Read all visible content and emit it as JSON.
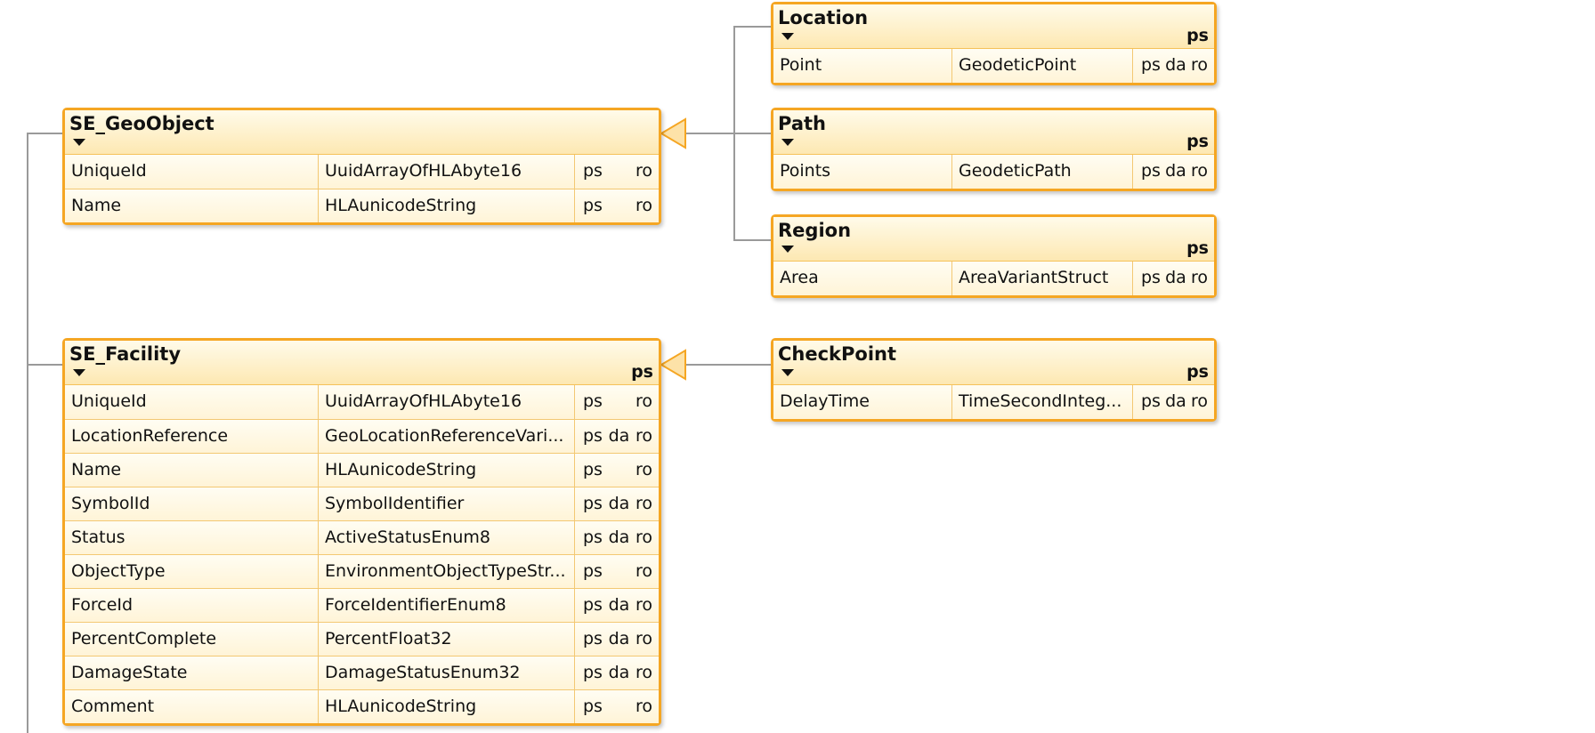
{
  "colors": {
    "border": "#f5a623",
    "header_top": "#fffbea",
    "header_bottom": "#fde8b2",
    "row_bg": "#fff5de",
    "connector": "#9a9a9a",
    "arrow_fill": "#fde2a8"
  },
  "classes": {
    "geoobject": {
      "name": "SE_GeoObject",
      "flags": "",
      "attributes": [
        {
          "name": "UniqueId",
          "type": "UuidArrayOfHLAbyte16",
          "p1": "ps",
          "p2": "",
          "p3": "ro"
        },
        {
          "name": "Name",
          "type": "HLAunicodeString",
          "p1": "ps",
          "p2": "",
          "p3": "ro"
        }
      ]
    },
    "facility": {
      "name": "SE_Facility",
      "flags": "ps",
      "attributes": [
        {
          "name": "UniqueId",
          "type": "UuidArrayOfHLAbyte16",
          "p1": "ps",
          "p2": "",
          "p3": "ro"
        },
        {
          "name": "LocationReference",
          "type": "GeoLocationReferenceVari...",
          "p1": "ps",
          "p2": "da",
          "p3": "ro"
        },
        {
          "name": "Name",
          "type": "HLAunicodeString",
          "p1": "ps",
          "p2": "",
          "p3": "ro"
        },
        {
          "name": "SymbolId",
          "type": "SymbolIdentifier",
          "p1": "ps",
          "p2": "da",
          "p3": "ro"
        },
        {
          "name": "Status",
          "type": "ActiveStatusEnum8",
          "p1": "ps",
          "p2": "da",
          "p3": "ro"
        },
        {
          "name": "ObjectType",
          "type": "EnvironmentObjectTypeStr...",
          "p1": "ps",
          "p2": "",
          "p3": "ro"
        },
        {
          "name": "ForceId",
          "type": "ForceIdentifierEnum8",
          "p1": "ps",
          "p2": "da",
          "p3": "ro"
        },
        {
          "name": "PercentComplete",
          "type": "PercentFloat32",
          "p1": "ps",
          "p2": "da",
          "p3": "ro"
        },
        {
          "name": "DamageState",
          "type": "DamageStatusEnum32",
          "p1": "ps",
          "p2": "da",
          "p3": "ro"
        },
        {
          "name": "Comment",
          "type": "HLAunicodeString",
          "p1": "ps",
          "p2": "",
          "p3": "ro"
        }
      ]
    },
    "location": {
      "name": "Location",
      "flags": "ps",
      "attributes": [
        {
          "name": "Point",
          "type": "GeodeticPoint",
          "p1": "ps",
          "p2": "da",
          "p3": "ro"
        }
      ]
    },
    "path": {
      "name": "Path",
      "flags": "ps",
      "attributes": [
        {
          "name": "Points",
          "type": "GeodeticPath",
          "p1": "ps",
          "p2": "da",
          "p3": "ro"
        }
      ]
    },
    "region": {
      "name": "Region",
      "flags": "ps",
      "attributes": [
        {
          "name": "Area",
          "type": "AreaVariantStruct",
          "p1": "ps",
          "p2": "da",
          "p3": "ro"
        }
      ]
    },
    "checkpoint": {
      "name": "CheckPoint",
      "flags": "ps",
      "attributes": [
        {
          "name": "DelayTime",
          "type": "TimeSecondInteg...",
          "p1": "ps",
          "p2": "da",
          "p3": "ro"
        }
      ]
    }
  }
}
